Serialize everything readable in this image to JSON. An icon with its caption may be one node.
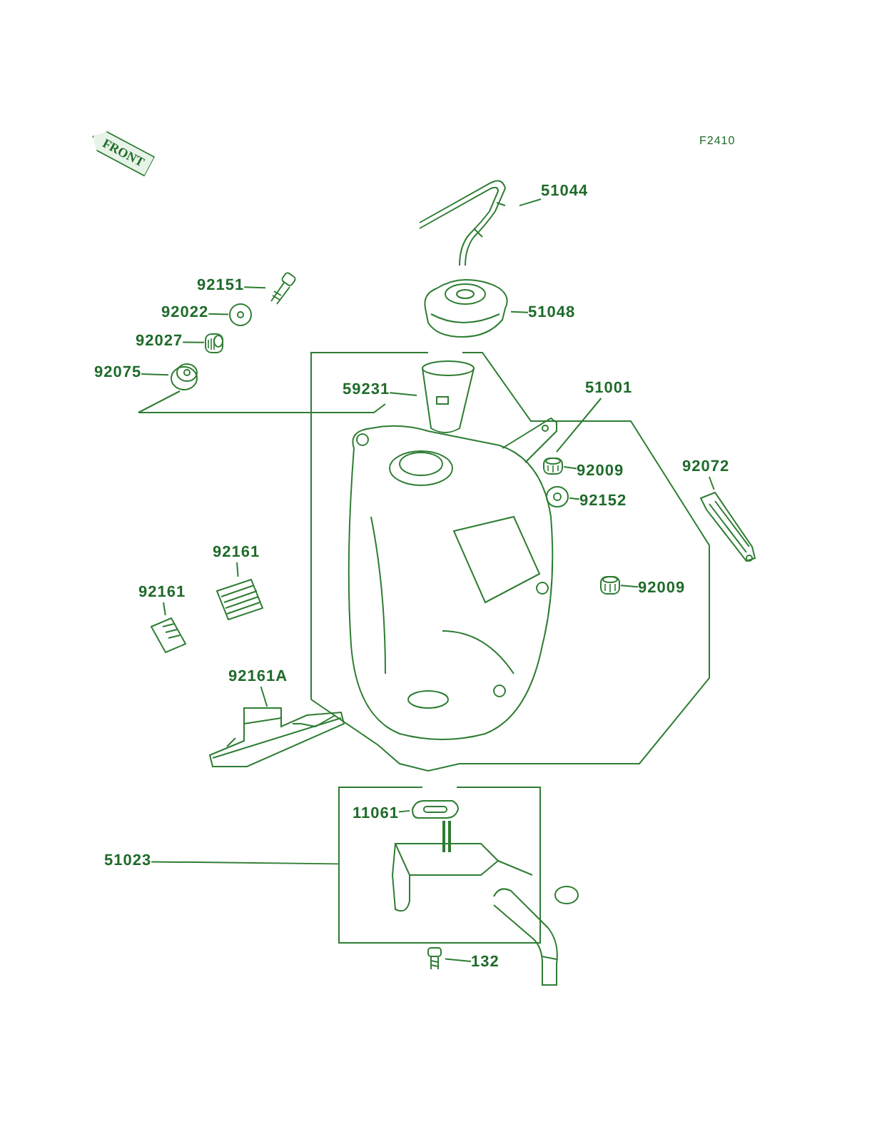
{
  "diagram": {
    "nodes": [
      {
        "text": [
          "92151"
        ]
      },
      {
        "text": [],
        "shape": "picture"
      },
      {
        "text": [
          "92022"
        ]
      },
      {
        "text": [],
        "shape": "picture"
      },
      {
        "text": [
          "92027"
        ]
      },
      {
        "text": [],
        "shape": "picture"
      },
      {
        "text": [
          "92075"
        ]
      },
      {
        "text": [],
        "shape": "picture"
      },
      {
        "text": [
          "51044"
        ]
      },
      {
        "text": [],
        "shape": "picture"
      },
      {
        "text": [
          "51048"
        ]
      },
      {
        "text": [],
        "shape": "picture"
      },
      {
        "text": [
          "59231"
        ]
      },
      {
        "text": [],
        "shape": "picture"
      },
      {
        "text": [
          "51001"
        ]
      },
      {
        "text": [],
        "shape": "picture"
      },
      {
        "text": [
          "92009"
        ]
      },
      {
        "text": [],
        "shape": "picture"
      },
      {
        "text": [
          "92152"
        ]
      },
      {
        "text": [],
        "shape": "picture"
      },
      {
        "text": [
          "92009"
        ]
      },
      {
        "text": [],
        "shape": "picture"
      },
      {
        "text": [
          "92072"
        ]
      },
      {
        "text": [],
        "shape": "picture"
      },
      {
        "text": [
          "92161"
        ]
      },
      {
        "text": [],
        "shape": "picture"
      },
      {
        "text": [
          "92161"
        ]
      },
      {
        "text": [],
        "shape": "picture"
      },
      {
        "text": [
          "92161A"
        ]
      },
      {
        "text": [],
        "shape": "picture"
      },
      {
        "text": [
          "11061"
        ],
        "in": 33
      },
      {
        "text": [],
        "shape": "picture",
        "in": 33
      },
      {
        "text": [
          "51023"
        ]
      },
      {
        "text": [],
        "shape": "box"
      },
      {
        "text": [
          "132"
        ]
      },
      {
        "text": [],
        "shape": "picture"
      }
    ],
    "edges": [
      {
        "from": 0,
        "to": 1,
        "arrow": "none"
      },
      {
        "from": 2,
        "to": 3,
        "arrow": "none"
      },
      {
        "from": 4,
        "to": 5,
        "arrow": "none"
      },
      {
        "from": 6,
        "to": 7,
        "arrow": "none"
      },
      {
        "from": 8,
        "to": 9,
        "arrow": "none"
      },
      {
        "from": 10,
        "to": 11,
        "arrow": "none"
      },
      {
        "from": 12,
        "to": 13,
        "arrow": "none"
      },
      {
        "from": 14,
        "to": 15,
        "arrow": "none"
      },
      {
        "from": 16,
        "to": 17,
        "arrow": "none"
      },
      {
        "from": 18,
        "to": 19,
        "arrow": "none"
      },
      {
        "from": 20,
        "to": 21,
        "arrow": "none"
      },
      {
        "from": 22,
        "to": 23,
        "arrow": "none"
      },
      {
        "from": 24,
        "to": 25,
        "arrow": "none"
      },
      {
        "from": 26,
        "to": 27,
        "arrow": "none"
      },
      {
        "from": 28,
        "to": 29,
        "arrow": "none"
      },
      {
        "from": 30,
        "to": 31,
        "arrow": "none"
      },
      {
        "from": 32,
        "to": 33,
        "arrow": "none"
      },
      {
        "from": 34,
        "to": 35,
        "arrow": "none"
      }
    ],
    "labels": [
      "F2410",
      "FRONT"
    ]
  }
}
